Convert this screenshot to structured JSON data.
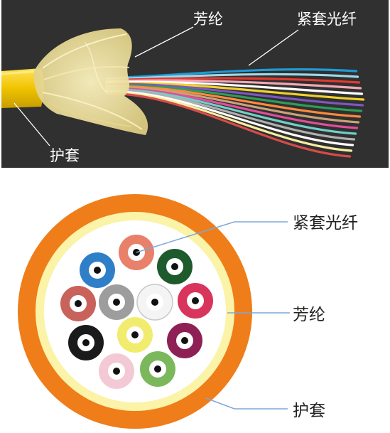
{
  "photo": {
    "labels": {
      "aramid": "芳纶",
      "tight_buffer": "紧套光纤",
      "jacket": "护套"
    },
    "colors": {
      "background": "#2b2b2b",
      "jacket": "#f0c400",
      "aramid": "#efe3a6"
    },
    "fiber_colors": [
      "#1f9ad6",
      "#9fd8e8",
      "#e23a2f",
      "#f4a6b5",
      "#ffffff",
      "#f3d12b",
      "#7e57c2",
      "#2e9d5a",
      "#ff8a3d",
      "#c9a27a",
      "#e14f9a",
      "#6fd0c8",
      "#b0b0b0",
      "#ffffff",
      "#f5eea0",
      "#d94b4b"
    ]
  },
  "cross_section": {
    "labels": {
      "tight_buffer": "紧套光纤",
      "aramid": "芳纶",
      "jacket": "护套"
    },
    "colors": {
      "jacket": "#ef7d1a",
      "aramid": "#fbf3a8",
      "leader_line": "#7fa7d8"
    },
    "fibers": [
      {
        "color": "#e8806a",
        "icon": "fiber-red-orange"
      },
      {
        "color": "#2f7fc8",
        "icon": "fiber-blue"
      },
      {
        "color": "#1d5a2c",
        "icon": "fiber-dark-green"
      },
      {
        "color": "#c9625a",
        "icon": "fiber-brick-red"
      },
      {
        "color": "#9d9d9d",
        "icon": "fiber-grey"
      },
      {
        "color": "#f4f4f4",
        "icon": "fiber-white"
      },
      {
        "color": "#d8345c",
        "icon": "fiber-crimson"
      },
      {
        "color": "#1a1a1a",
        "icon": "fiber-black"
      },
      {
        "color": "#f1ec6d",
        "icon": "fiber-yellow"
      },
      {
        "color": "#8e2056",
        "icon": "fiber-purple"
      },
      {
        "color": "#f4c9d6",
        "icon": "fiber-pink"
      },
      {
        "color": "#7bb85c",
        "icon": "fiber-light-green"
      }
    ]
  }
}
